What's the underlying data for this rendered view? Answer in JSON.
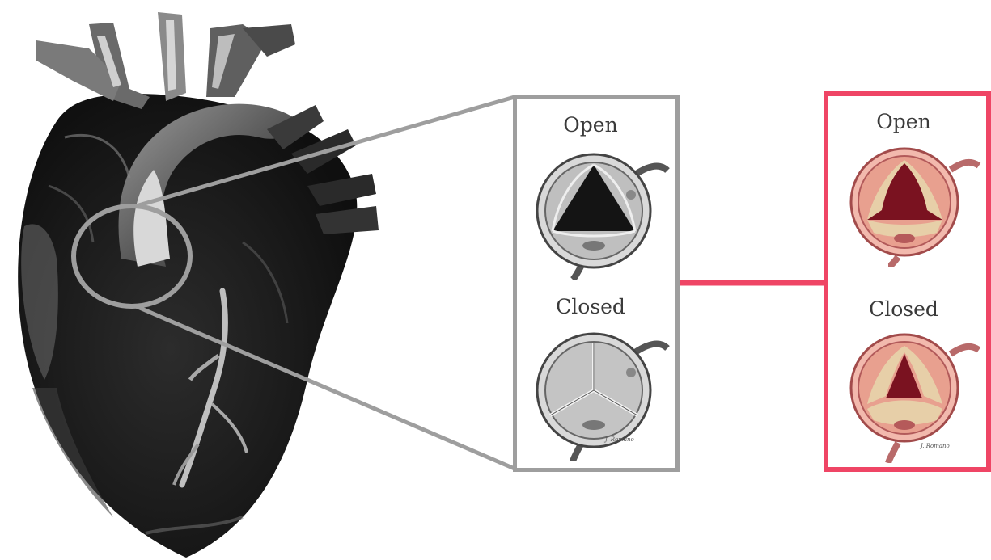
{
  "colors": {
    "healthy_accent": "#9e9e9e",
    "diseased_accent": "#ef4565",
    "heart_dark": "#1a1a1a",
    "heart_highlight": "#bdbdbd"
  },
  "healthy_panel": {
    "open_label": "Open",
    "closed_label": "Closed",
    "signature": "J. Romano"
  },
  "diseased_panel": {
    "open_label": "Open",
    "closed_label": "Closed",
    "signature": "J. Romano"
  },
  "icons": {
    "heart": "anatomical-heart-icon",
    "zoom_circle": "zoom-circle-icon"
  }
}
